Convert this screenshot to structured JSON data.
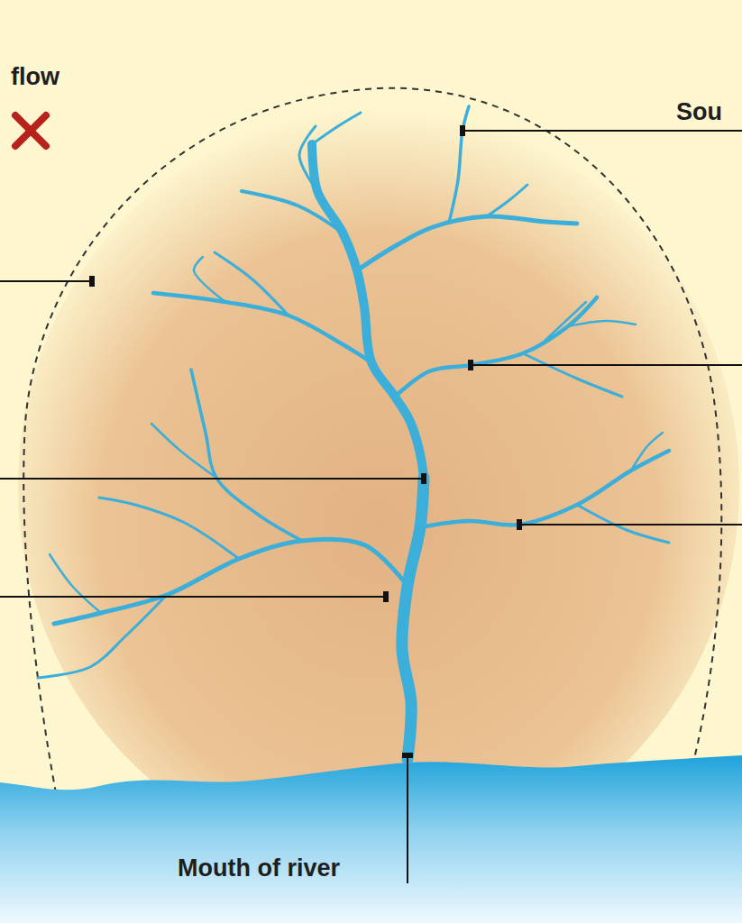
{
  "diagram": {
    "labels": [
      "flow",
      "Sou",
      "Mouth of river"
    ]
  }
}
